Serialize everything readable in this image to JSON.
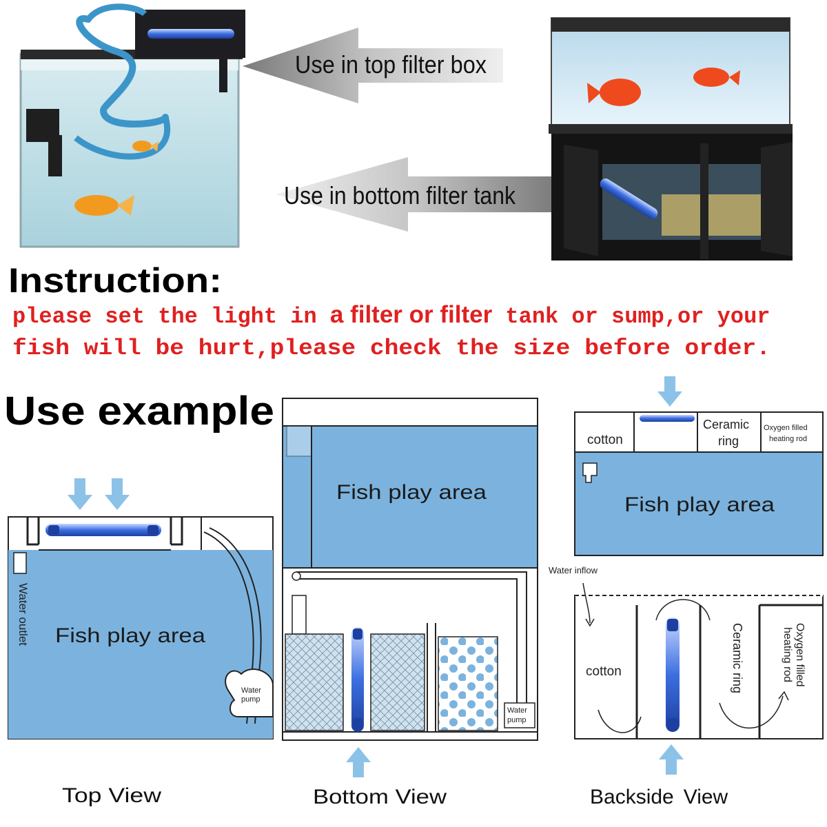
{
  "top_section": {
    "arrow_top_label": "Use in top filter box",
    "arrow_bottom_label": "Use in bottom filter tank"
  },
  "instruction": {
    "heading": "Instruction:",
    "line1_a": "please set the light in ",
    "line1_b": "a filter or filter",
    "line1_c": " tank or sump,or your",
    "line2": "fish will be hurt,please check the size before order."
  },
  "use_example": {
    "heading": "Use example",
    "top_view": {
      "caption": "Top View",
      "area_label": "Fish play area",
      "water_outlet": "Water outlet",
      "water_pump": [
        "Water",
        "pump"
      ]
    },
    "bottom_view": {
      "caption": "Bottom View",
      "area_label": "Fish play area",
      "water_pump": [
        "Water",
        "pump"
      ]
    },
    "backside_view": {
      "caption_a": "Backside",
      "caption_b": "View",
      "area_label": "Fish play area",
      "cotton": "cotton",
      "ceramic_ring": [
        "Ceramic",
        "ring"
      ],
      "oxygen_rod": [
        "Oxygen filled",
        "heating rod"
      ],
      "water_inflow": "Water inflow",
      "side_cotton": "cotton",
      "side_ceramic": "Ceramic ring",
      "side_oxygen": [
        "Oxygen filled",
        "heating rod"
      ]
    }
  },
  "colors": {
    "water": "#7cb3de",
    "arrow_blue": "#8cc2e8",
    "instruction_red": "#e02020",
    "uv_glow": "#3c6fe0"
  }
}
